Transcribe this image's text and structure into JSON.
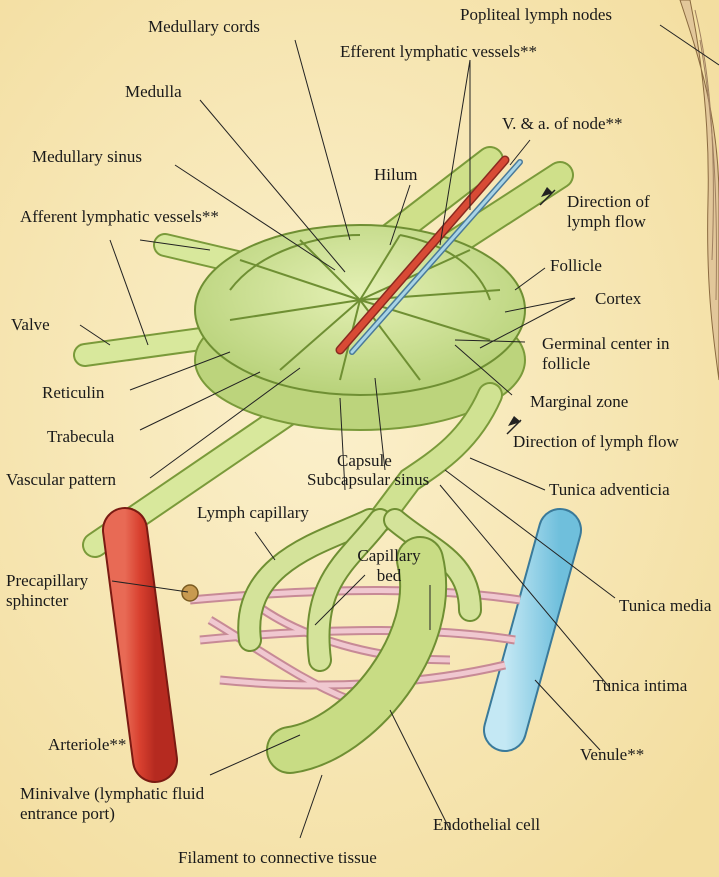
{
  "labels": {
    "medullary_cords": "Medullary cords",
    "popliteal_lymph_nodes": "Popliteal lymph nodes",
    "efferent_lymphatic_vessels": "Efferent lymphatic vessels**",
    "medulla": "Medulla",
    "v_and_a_of_node": "V. & a. of node**",
    "medullary_sinus": "Medullary sinus",
    "hilum": "Hilum",
    "direction_of_lymph_flow_top": "Direction of lymph flow",
    "afferent_lymphatic_vessels": "Afferent lymphatic vessels**",
    "follicle": "Follicle",
    "cortex": "Cortex",
    "valve": "Valve",
    "germinal_center_in_follicle": "Germinal center in follicle",
    "reticulin": "Reticulin",
    "marginal_zone": "Marginal zone",
    "trabecula": "Trabecula",
    "direction_of_lymph_flow_bottom": "Direction of lymph flow",
    "capsule": "Capsule",
    "subcapsular_sinus": "Subcapsular sinus",
    "vascular_pattern": "Vascular pattern",
    "tunica_adventicia": "Tunica adventicia",
    "lymph_capillary": "Lymph capillary",
    "capillary_bed": "Capillary bed",
    "precapillary_sphincter": "Precapillary sphincter",
    "tunica_media": "Tunica media",
    "tunica_intima": "Tunica intima",
    "arteriole": "Arteriole**",
    "venule": "Venule**",
    "minivalve": "Minivalve (lymphatic fluid entrance port)",
    "endothelial_cell": "Endothelial cell",
    "filament_to_connective_tissue": "Filament to connective tissue"
  },
  "colors": {
    "background": "#f8e8b4",
    "node_fill": "#d6e89a",
    "vessel_green": "#cfe08a",
    "artery_red": "#d9453a",
    "vein_blue": "#8fd0e6",
    "capillary_pink": "#e8b8c0"
  }
}
